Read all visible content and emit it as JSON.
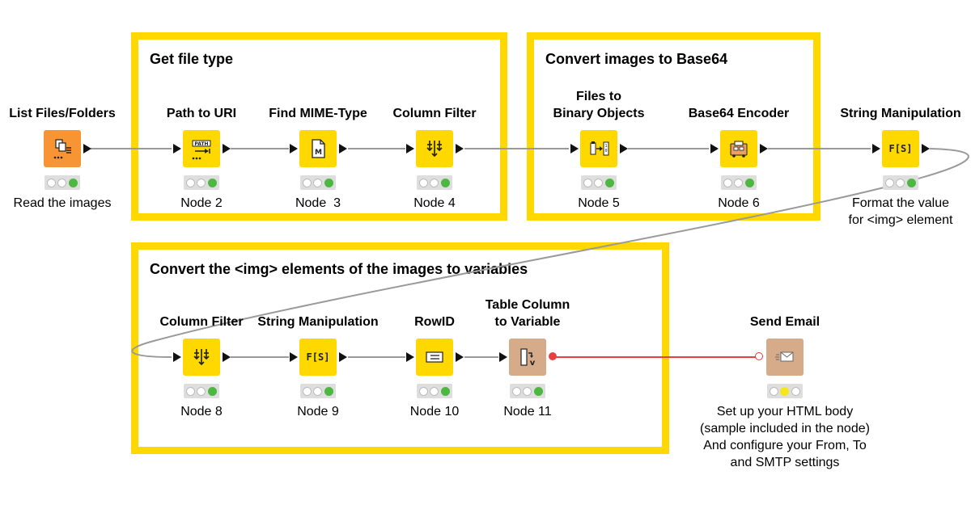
{
  "groups": [
    {
      "id": "g1",
      "title": "Get file type"
    },
    {
      "id": "g2",
      "title": "Convert images to Base64"
    },
    {
      "id": "g3",
      "title": "Convert the <img> elements of the images to variables"
    }
  ],
  "nodes": [
    {
      "id": "n1",
      "label": "List Files/Folders",
      "caption": "Read the images",
      "icon": "list-files-icon",
      "color": "#F79433",
      "status": "green"
    },
    {
      "id": "n2",
      "label": "Path to URI",
      "caption": "Node 2",
      "icon": "path-to-uri-icon",
      "color": "#FFD800",
      "status": "green"
    },
    {
      "id": "n3",
      "label": "Find MIME-Type",
      "caption": "Node  3",
      "icon": "mime-type-icon",
      "color": "#FFD800",
      "status": "green"
    },
    {
      "id": "n4",
      "label": "Column Filter",
      "caption": "Node 4",
      "icon": "column-filter-icon",
      "color": "#FFD800",
      "status": "green"
    },
    {
      "id": "n5",
      "label": "Files to\nBinary Objects",
      "caption": "Node 5",
      "icon": "files-to-binary-icon",
      "color": "#FFD800",
      "status": "green"
    },
    {
      "id": "n6",
      "label": "Base64 Encoder",
      "caption": "Node 6",
      "icon": "base64-encoder-icon",
      "color": "#FFD800",
      "status": "green"
    },
    {
      "id": "n7",
      "label": "String Manipulation",
      "caption": "Format the value\nfor <img> element",
      "icon": "string-manipulation-icon",
      "color": "#FFD800",
      "status": "green"
    },
    {
      "id": "n8",
      "label": "Column Filter",
      "caption": "Node 8",
      "icon": "column-filter-icon",
      "color": "#FFD800",
      "status": "green"
    },
    {
      "id": "n9",
      "label": "String Manipulation",
      "caption": "Node 9",
      "icon": "string-manipulation-icon",
      "color": "#FFD800",
      "status": "green"
    },
    {
      "id": "n10",
      "label": "RowID",
      "caption": "Node 10",
      "icon": "rowid-icon",
      "color": "#FFD800",
      "status": "green"
    },
    {
      "id": "n11",
      "label": "Table Column\nto Variable",
      "caption": "Node 11",
      "icon": "table-column-to-variable-icon",
      "color": "#D6AB8A",
      "status": "green"
    },
    {
      "id": "n12",
      "label": "Send Email",
      "caption": "Set up your HTML body\n(sample included in the node)\nAnd configure your From, To\nand SMTP settings",
      "icon": "send-email-icon",
      "color": "#D6AB8A",
      "status": "yellow"
    }
  ],
  "colors": {
    "group_border": "#FFD800",
    "data_connection": "#9a9a9a",
    "variable_connection": "#e74040",
    "status_green": "#4CB840",
    "status_yellow": "#F5E71A"
  }
}
